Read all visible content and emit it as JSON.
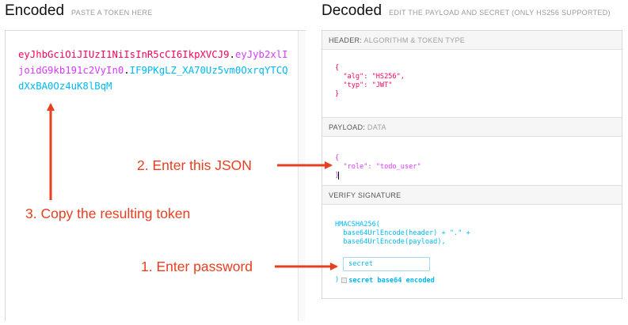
{
  "encoded": {
    "title": "Encoded",
    "subtitle": "PASTE A TOKEN HERE",
    "token": {
      "header": "eyJhbGciOiJIUzI1NiIsInR5cCI6IkpXVCJ9",
      "payload": "eyJyb2xlIjoidG9kb191c2VyIn0",
      "signature": "IF9PKgLZ_XA70Uz5vm0OxrqYTCQdXxBA0Oz4uK8lBqM"
    }
  },
  "decoded": {
    "title": "Decoded",
    "subtitle": "EDIT THE PAYLOAD AND SECRET (ONLY HS256 SUPPORTED)",
    "header_section": {
      "label": "HEADER:",
      "sublabel": "ALGORITHM & TOKEN TYPE",
      "lines": [
        "{",
        "  \"alg\": \"HS256\",",
        "  \"typ\": \"JWT\"",
        "}"
      ]
    },
    "payload_section": {
      "label": "PAYLOAD:",
      "sublabel": "DATA",
      "lines": [
        "{",
        "  \"role\": \"todo_user\"",
        "}"
      ]
    },
    "verify_section": {
      "label": "VERIFY SIGNATURE",
      "lines": [
        "HMACSHA256(",
        "  base64UrlEncode(header) + \".\" +",
        "  base64UrlEncode(payload),"
      ],
      "secret_value": "secret",
      "close": ")",
      "checkbox_label": "secret base64 encoded"
    }
  },
  "annotations": {
    "enter_json": "2. Enter this JSON",
    "copy_token": "3. Copy the resulting token",
    "enter_password": "1. Enter password",
    "color": "#ea3e21"
  },
  "colors": {
    "header": "#fb015b",
    "payload": "#d63aff",
    "signature": "#00b9f1"
  }
}
